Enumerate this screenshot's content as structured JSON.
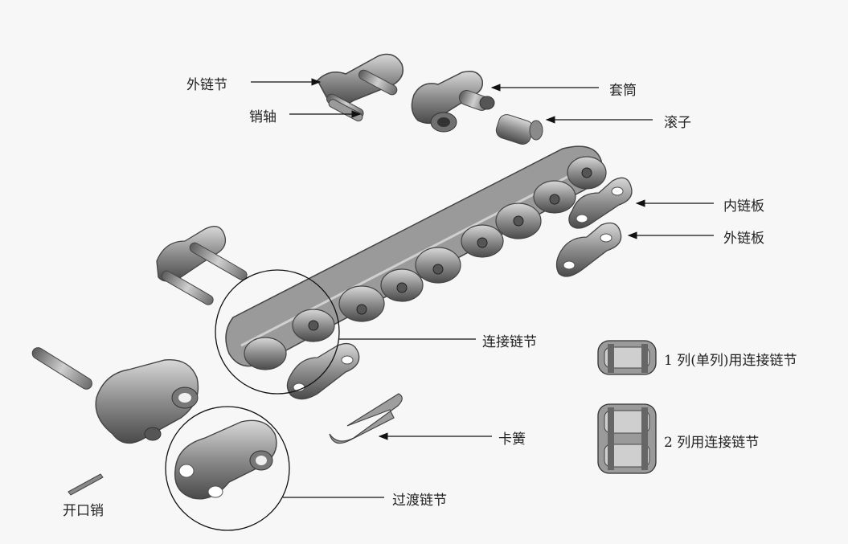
{
  "labels": {
    "outer_link": "外链节",
    "pin": "销轴",
    "bushing": "套筒",
    "roller": "滚子",
    "inner_plate": "内链板",
    "outer_plate": "外链板",
    "connecting_link": "连接链节",
    "single_row_connecting": "1 列(单列)用连接链节",
    "double_row_connecting": "2 列用连接链节",
    "spring_clip": "卡簧",
    "offset_link": "过渡链节",
    "cotter_pin": "开口销"
  },
  "colors": {
    "background": "#f7f7f7",
    "metal_dark": "#5a5a5a",
    "metal_mid": "#8c8c8c",
    "metal_light": "#c8c8c8",
    "line": "#111111"
  }
}
